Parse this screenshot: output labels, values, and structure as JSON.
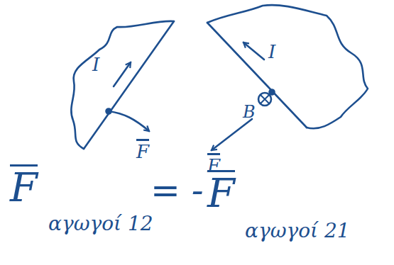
{
  "diagram": {
    "labels": [
      "I",
      "F",
      "I",
      "B",
      "F",
      "F",
      "αγωγοί 12",
      "= -",
      "F",
      "αγωγοί 21"
    ]
  }
}
